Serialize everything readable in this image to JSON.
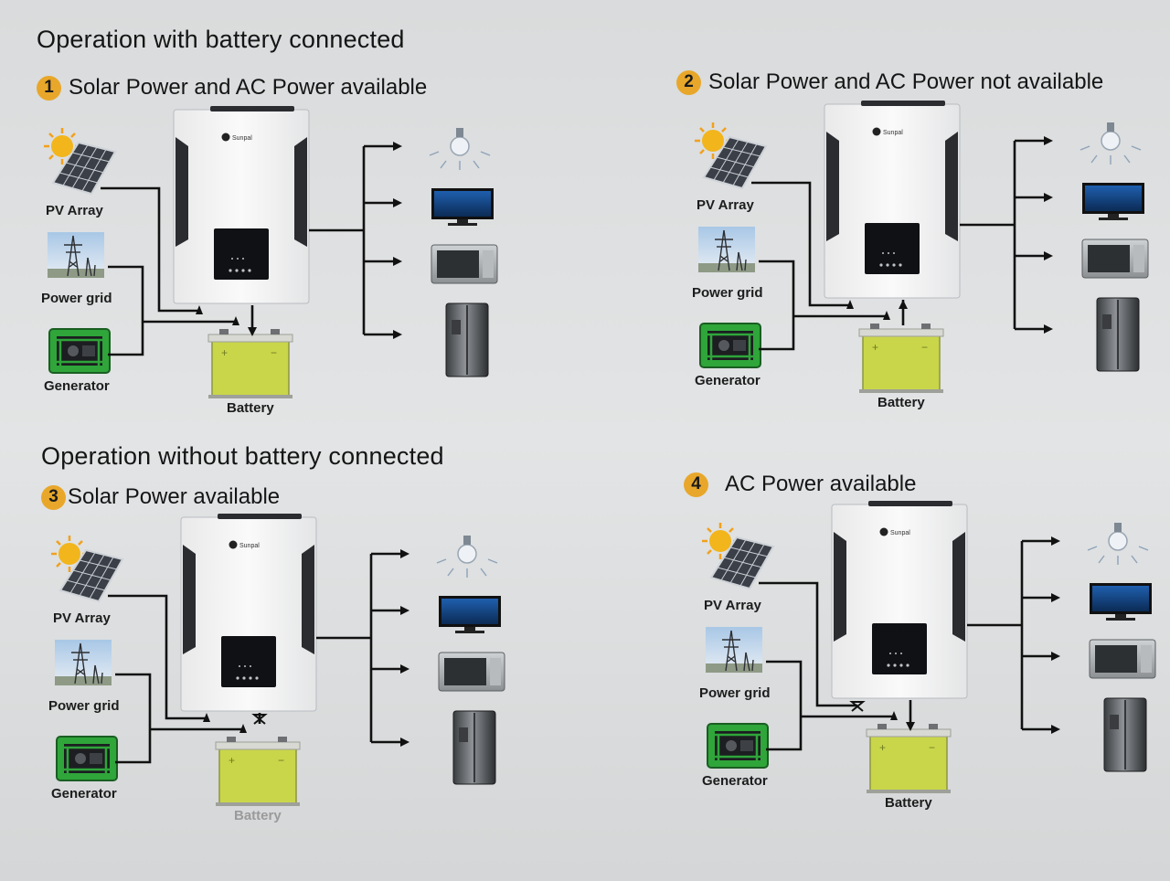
{
  "headings": {
    "with_battery": "Operation with battery connected",
    "without_battery": "Operation without  battery connected"
  },
  "scenarios": [
    {
      "number": "1",
      "title": "Solar Power and AC Power available"
    },
    {
      "number": "2",
      "title": "Solar Power and AC Power not available"
    },
    {
      "number": "3",
      "title": "Solar Power available"
    },
    {
      "number": "4",
      "title": "AC Power available"
    }
  ],
  "labels": {
    "pv_array": "PV Array",
    "power_grid": "Power grid",
    "generator": "Generator",
    "battery": "Battery"
  },
  "inverter_brand": "Sunpal",
  "colors": {
    "number_badge": "#e8a72a",
    "battery_body": "#c9d64a",
    "generator_green": "#2fa53a",
    "wire": "#111111",
    "inverter_body": "#f4f4f4",
    "inverter_side": "#2a2c30"
  }
}
